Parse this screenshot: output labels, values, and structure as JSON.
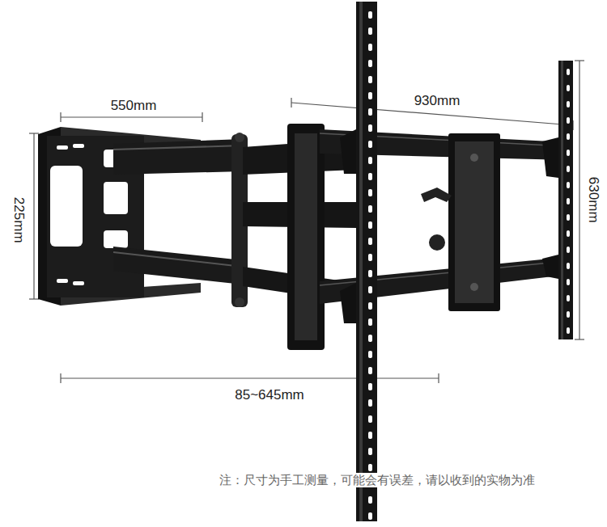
{
  "diagram": {
    "labels": [
      "550mm",
      "930mm",
      "225mm",
      "630mm",
      "85~645mm",
      "注：尺寸为手工测量，可能会有误差，请以收到的实物为准"
    ]
  }
}
